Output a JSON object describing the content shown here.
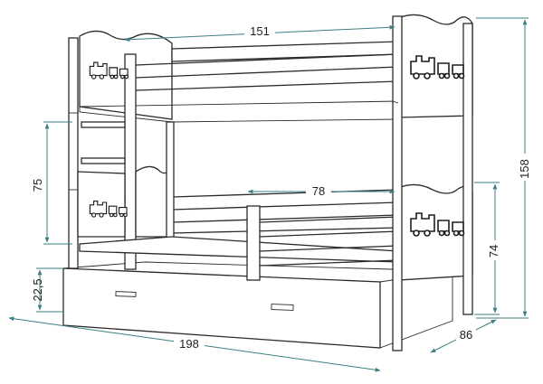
{
  "dimensions": {
    "top_width": "151",
    "ladder_height": "75",
    "lower_opening": "78",
    "lower_height": "74",
    "total_height": "158",
    "drawer_height": "22,5",
    "total_length": "198",
    "depth": "86"
  },
  "colors": {
    "line": "#2b2b2b",
    "dimension": "#3d7f82"
  },
  "icons": [
    "train-icon"
  ]
}
